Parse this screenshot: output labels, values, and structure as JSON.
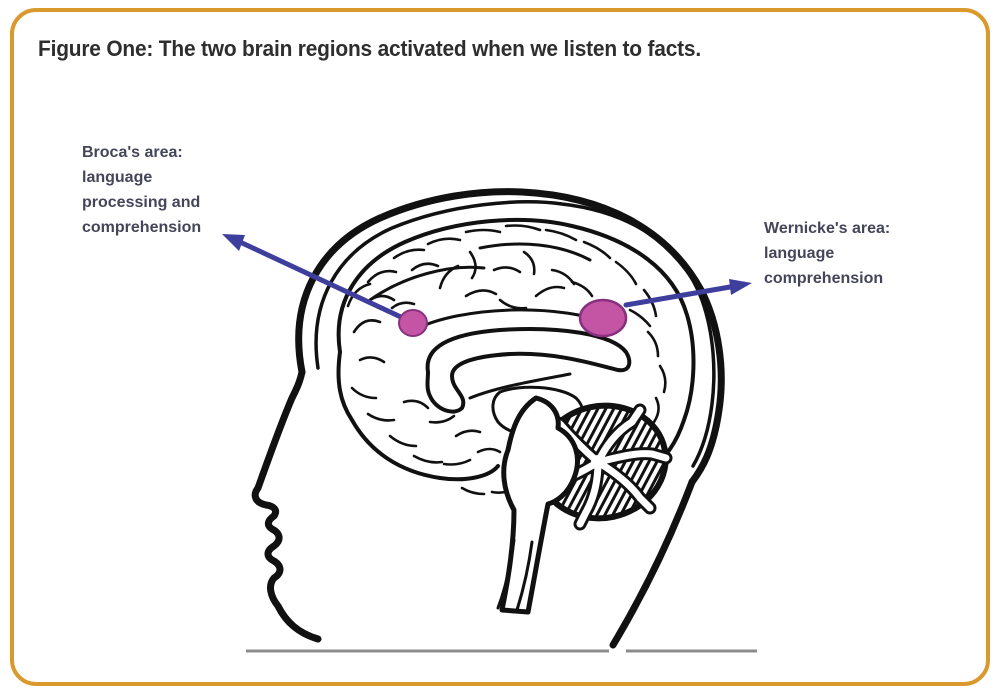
{
  "figure": {
    "title": "Figure One: The two brain regions activated when we listen to facts.",
    "kind": "labeled brain diagram"
  },
  "labels": {
    "broca": {
      "lines": [
        "Broca's area:",
        "language",
        "processing and",
        "comprehension"
      ]
    },
    "wernicke": {
      "lines": [
        "Wernicke's area:",
        "language",
        "comprehension"
      ]
    }
  },
  "colors": {
    "frame_border": "#D9992C",
    "title_text": "#2E2E2E",
    "label_text": "#45455A",
    "arrow": "#3E3E9D",
    "region_marker_fill": "#C455A5",
    "region_marker_stroke": "#86307E",
    "drawing_ink": "#111111",
    "baseline": "#8C8C8C"
  }
}
